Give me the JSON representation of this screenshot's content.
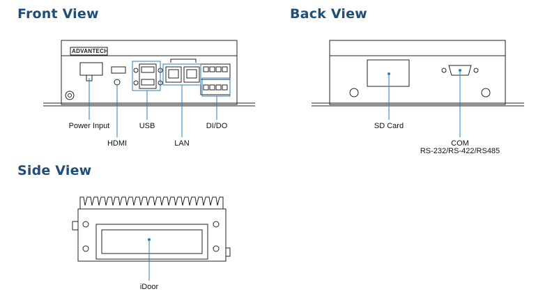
{
  "views": {
    "front": {
      "title": "Front View",
      "brand": "ADVANTECH",
      "labels": {
        "power_input": "Power Input",
        "hdmi": "HDMI",
        "usb": "USB",
        "lan": "LAN",
        "dido": "DI/DO"
      }
    },
    "back": {
      "title": "Back View",
      "labels": {
        "sd_card": "SD Card",
        "com": "COM",
        "com_sub": "RS-232/RS-422/RS485"
      }
    },
    "side": {
      "title": "Side View",
      "labels": {
        "idoor": "iDoor"
      }
    }
  },
  "colors": {
    "heading": "#1f4e79",
    "callout": "#2a7fb8",
    "outline": "#222222"
  }
}
